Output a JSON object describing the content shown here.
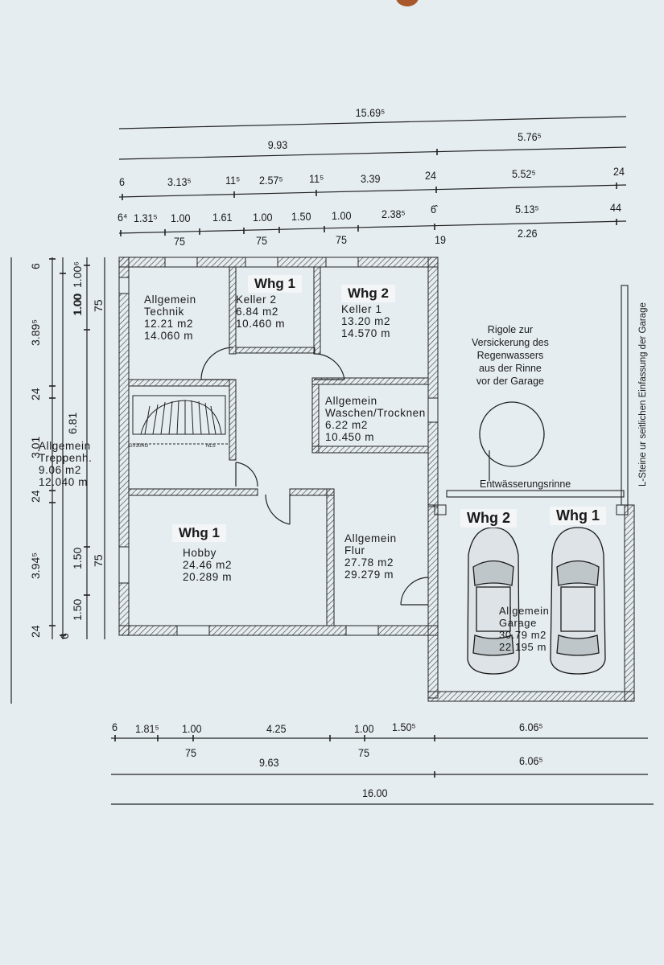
{
  "dims_top": {
    "total": "15.69⁵",
    "row2": [
      "9.93",
      "5.76⁵"
    ],
    "row3": [
      "6",
      "3.13⁵",
      "11⁵",
      "2.57⁵",
      "11⁵",
      "3.39",
      "24",
      "5.52⁵",
      "24"
    ],
    "row4": [
      "6⁴",
      "1.31⁵",
      "1.00",
      "1.61",
      "1.00",
      "1.50",
      "1.00",
      "2.38⁵",
      "6̂",
      "5.13⁵",
      "44"
    ],
    "row4_under": [
      "75",
      "75",
      "75",
      "19",
      "2.26"
    ]
  },
  "dims_bottom": {
    "row1": [
      "6",
      "1.81⁵",
      "1.00",
      "4.25",
      "1.00",
      "1.50⁵",
      "6.06⁵"
    ],
    "row1_under": [
      "75",
      "75"
    ],
    "row2": [
      "9.63",
      "6.06⁵"
    ],
    "total": "16.00"
  },
  "dims_left": {
    "outer": [
      "6",
      "3.89⁵",
      "24",
      "3.01",
      "24",
      "3.94⁵",
      "24",
      "6"
    ],
    "inner": [
      "1.00",
      "1.00",
      "1.50",
      "1.50"
    ],
    "inner_top": "1.00⁶",
    "window": [
      "75",
      "75"
    ],
    "height_total": "6.81"
  },
  "rooms": [
    {
      "group": "Allgemein",
      "name": "Technik",
      "area": "12.21 m2",
      "perimeter": "14.060 m"
    },
    {
      "tag": "Whg 1",
      "name": "Keller 2",
      "area": "6.84 m2",
      "perimeter": "10.460 m"
    },
    {
      "tag": "Whg 2",
      "name": "Keller 1",
      "area": "13.20 m2",
      "perimeter": "14.570 m"
    },
    {
      "group": "Allgemein",
      "name": "Waschen/Trocknen",
      "area": "6.22 m2",
      "perimeter": "10.450 m"
    },
    {
      "group": "Allgemein",
      "name": "Treppenh.",
      "area": "9.06 m2",
      "perimeter": "12.040 m"
    },
    {
      "tag": "Whg 1",
      "name": "Hobby",
      "area": "24.46 m2",
      "perimeter": "20.289 m"
    },
    {
      "group": "Allgemein",
      "name": "Flur",
      "area": "27.78 m2",
      "perimeter": "29.279 m"
    },
    {
      "group": "Allgemein",
      "name": "Garage",
      "area": "30.79 m2",
      "perimeter": "22.195 m"
    }
  ],
  "stair_labels": [
    "GV30RG",
    "NLS"
  ],
  "parking": [
    "Whg 2",
    "Whg 1"
  ],
  "notes": {
    "rigole": [
      "Rigole zur",
      "Versickerung des",
      "Regenwassers",
      "aus der Rinne",
      "vor der Garage"
    ],
    "drain": "Entwässerungsrinne",
    "side": "L-Steine ur seitlichen Einfassung der Garage"
  },
  "colors": {
    "paper": "#e6edf1",
    "ink": "#1a1a1a",
    "wall_hatch": "#444444",
    "hole": "#a9582c"
  }
}
